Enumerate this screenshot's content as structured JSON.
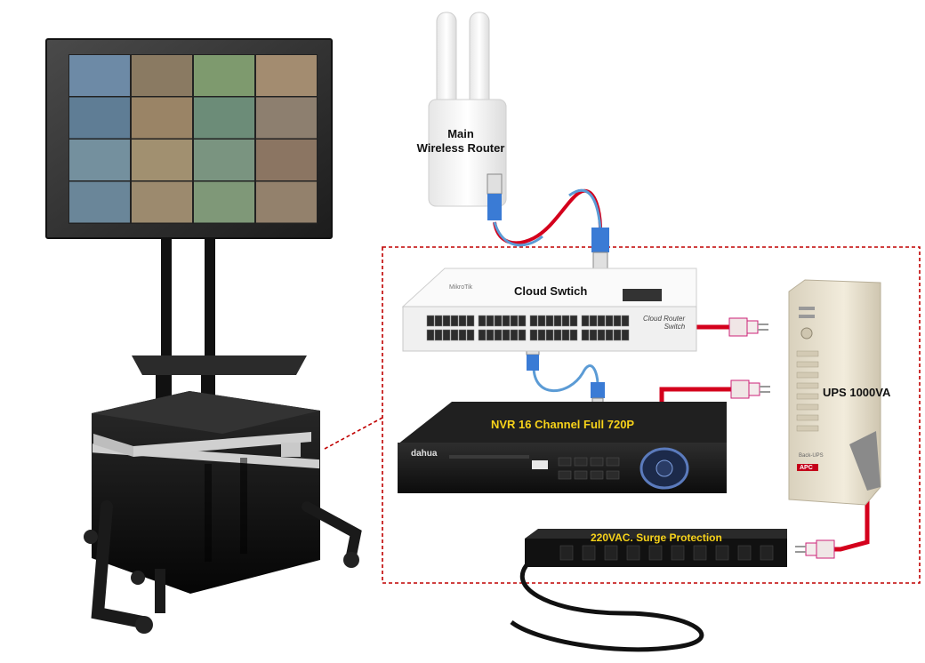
{
  "labels": {
    "router": [
      "Main",
      "Wireless Router"
    ],
    "switch": "Cloud Swtich",
    "ups": "UPS 1000VA",
    "nvr": "NVR 16 Channel Full 720P",
    "surge": "220VAC. Surge Protection",
    "switch_brand": "MikroTik",
    "switch_model_line1": "Cloud Router",
    "switch_model_line2": "Switch",
    "nvr_brand": "dahua",
    "ups_brand": "APC",
    "ups_model": "Back-UPS"
  },
  "colors": {
    "dashed_box": "#c00000",
    "power_cable": "#d4001c",
    "network_cable": "#5b9bd5",
    "nvr_body": "#1a1a1a",
    "switch_body": "#f2f2f2",
    "ups_body": "#ede6d4",
    "highlight_text": "#f7d21a"
  },
  "icons": [
    "monitor-screen-icon",
    "wireless-router-icon",
    "cloud-switch-icon",
    "nvr-recorder-icon",
    "ups-icon",
    "surge-protector-icon",
    "power-plug-icon",
    "ethernet-connector-icon",
    "rolling-cart-icon",
    "equipment-case-icon"
  ],
  "monitor_tiles": 16
}
